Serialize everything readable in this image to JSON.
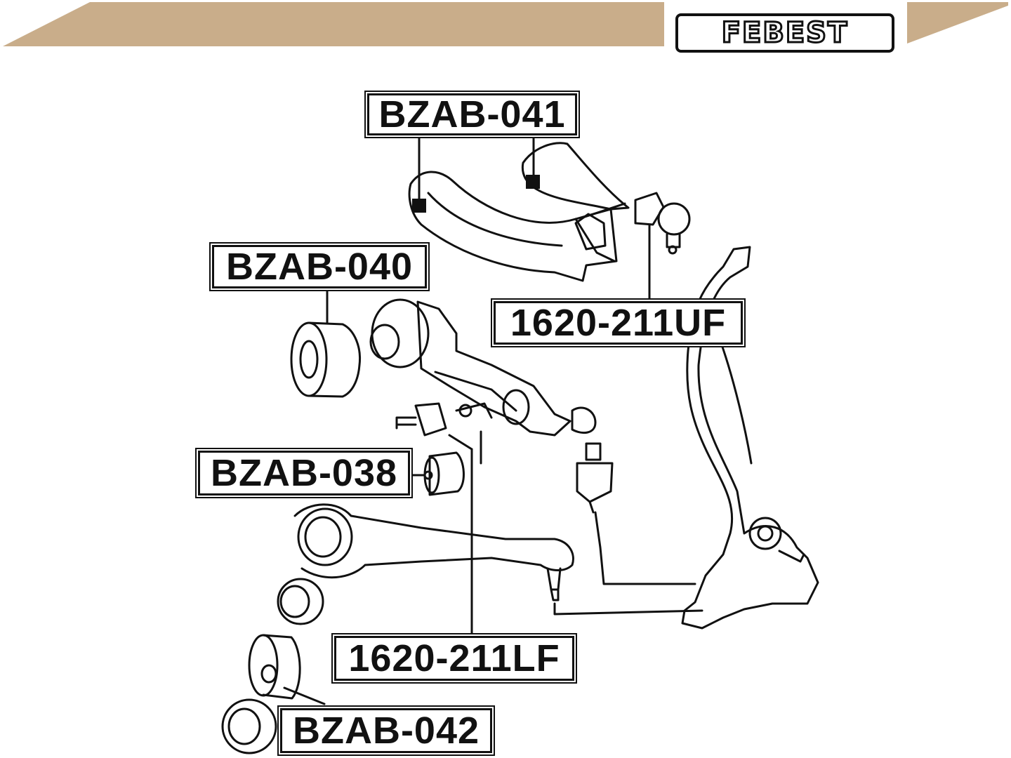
{
  "brand": {
    "name": "FEBEST",
    "band_color": "#c9ad8a"
  },
  "labels": {
    "bzab_041": "BZAB-041",
    "bzab_040": "BZAB-040",
    "uf_1620": "1620-211UF",
    "bzab_038": "BZAB-038",
    "lf_1620": "1620-211LF",
    "bzab_042": "BZAB-042"
  }
}
